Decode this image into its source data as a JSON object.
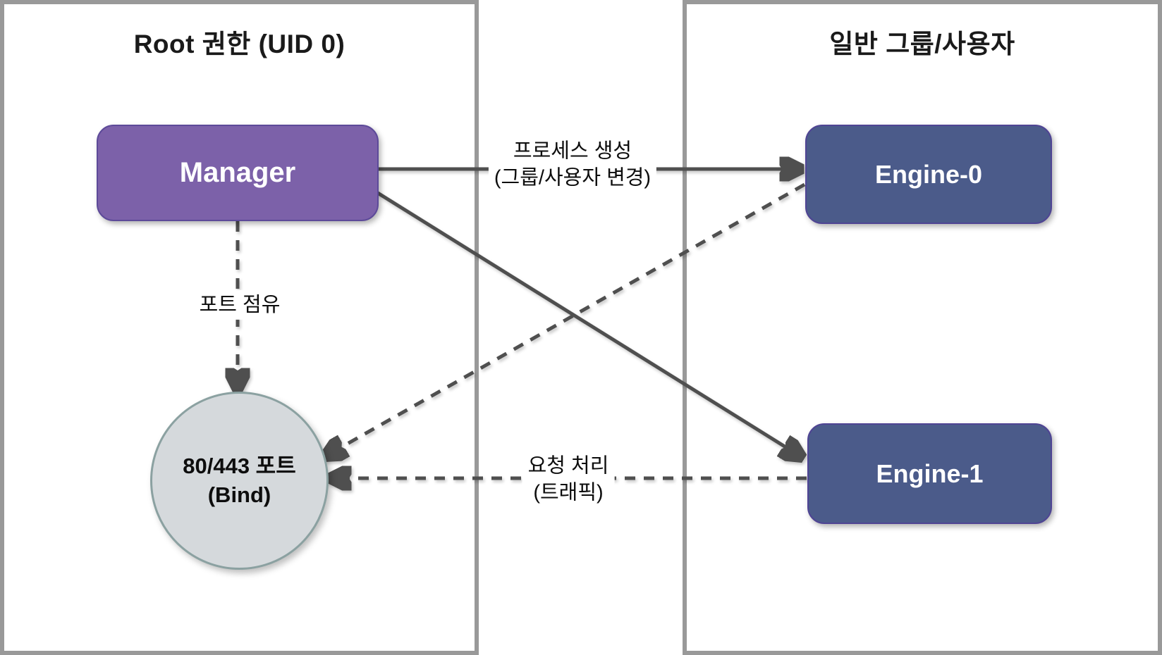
{
  "regions": {
    "root": {
      "title": "Root 권한 (UID 0)"
    },
    "user": {
      "title": "일반 그룹/사용자"
    }
  },
  "nodes": {
    "manager": {
      "label": "Manager"
    },
    "engine0": {
      "label": "Engine-0"
    },
    "engine1": {
      "label": "Engine-1"
    },
    "port_bind": {
      "label_line1": "80/443 포트",
      "label_line2": "(Bind)"
    }
  },
  "edges": {
    "process_spawn": {
      "label_line1": "프로세스 생성",
      "label_line2": "(그룹/사용자 변경)",
      "type": "solid-arrow",
      "from": "Manager",
      "to": "Engine-0, Engine-1"
    },
    "port_occupy": {
      "label": "포트 점유",
      "type": "dashed-arrow",
      "from": "Manager",
      "to": "80/443 포트 (Bind)"
    },
    "request_handling": {
      "label_line1": "요청 처리",
      "label_line2": "(트래픽)",
      "type": "dashed-arrow",
      "from": "Engine-0, Engine-1",
      "to": "80/443 포트 (Bind)"
    }
  },
  "colors": {
    "manager_fill": "#7c61a9",
    "manager_border": "#5d4a99",
    "engine_fill": "#4b5b8a",
    "engine_border": "#4f4494",
    "port_circle_fill": "#d5d9dc",
    "port_circle_border": "#8ba1a1",
    "region_border": "#999999",
    "edge_line": "#4f4f4f",
    "text": "#111111"
  }
}
